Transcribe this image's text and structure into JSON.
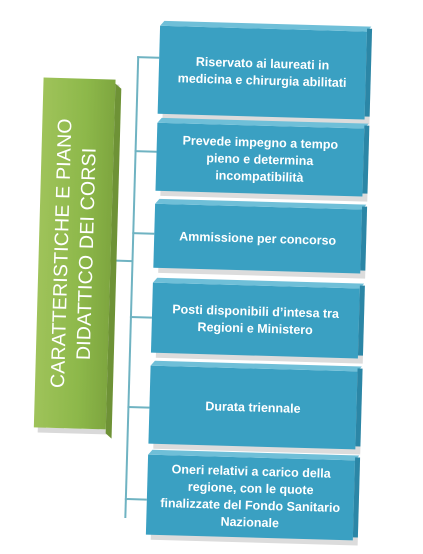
{
  "main": {
    "title": "CARATTERISTICHE E PIANO DIDATTICO DEI CORSI"
  },
  "items": [
    {
      "label": "Riservato ai laureati in medicina e chirurgia abilitati"
    },
    {
      "label": "Prevede impegno a tempo pieno e determina incompatibilità"
    },
    {
      "label": "Ammissione per concorso"
    },
    {
      "label": "Posti disponibili d’intesa tra Regioni e Ministero"
    },
    {
      "label": "Durata triennale"
    },
    {
      "label": "Oneri relativi a carico della regione, con le quote finalizzate del Fondo Sanitario Nazionale"
    }
  ],
  "colors": {
    "main_box": "#8db84a",
    "cards": "#3aa0c2",
    "connector": "#6fb3c2",
    "text": "#ffffff"
  }
}
